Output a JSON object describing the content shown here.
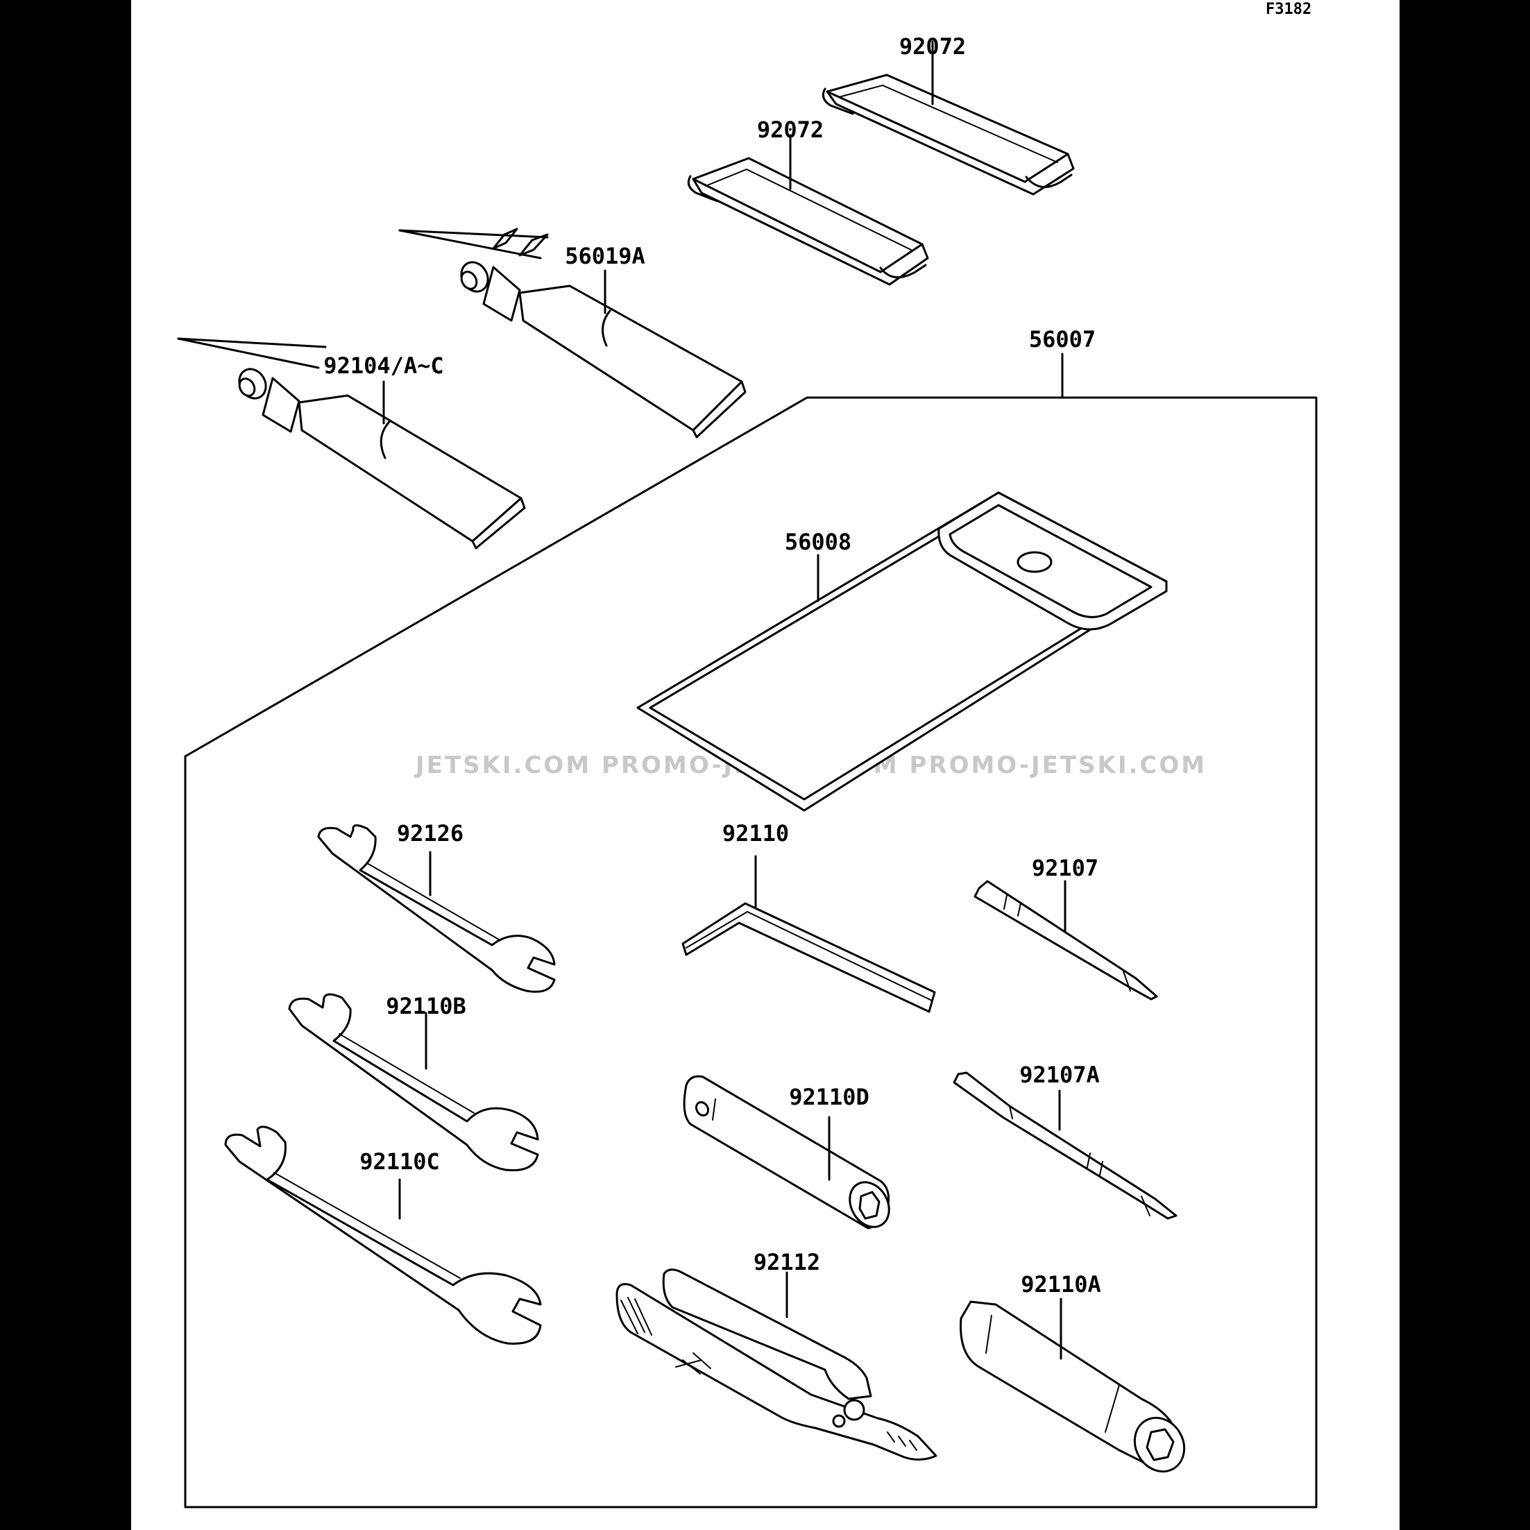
{
  "figure_code": "F3182",
  "watermark": "JETSKI.COM  PROMO-JETSKI.COM  PROMO-JETSKI.COM",
  "kit_group": "56007",
  "parts": [
    {
      "number": "92072",
      "name": "strap-upper"
    },
    {
      "number": "92072",
      "name": "strap-lower"
    },
    {
      "number": "56019A",
      "name": "grease-tube-upper"
    },
    {
      "number": "92104/A~C",
      "name": "grease-tube-lower"
    },
    {
      "number": "56008",
      "name": "tool-bag"
    },
    {
      "number": "92126",
      "name": "open-wrench-small"
    },
    {
      "number": "92110B",
      "name": "open-wrench-medium"
    },
    {
      "number": "92110C",
      "name": "open-wrench-large"
    },
    {
      "number": "92110",
      "name": "hex-key"
    },
    {
      "number": "92107",
      "name": "screwdriver-bit"
    },
    {
      "number": "92107A",
      "name": "screwdriver-double"
    },
    {
      "number": "92110D",
      "name": "box-wrench"
    },
    {
      "number": "92112",
      "name": "pliers"
    },
    {
      "number": "92110A",
      "name": "spark-plug-wrench"
    }
  ],
  "colors": {
    "background": "#000000",
    "sheet": "#ffffff",
    "ink": "#000000",
    "watermark": "#c8c8c8"
  }
}
